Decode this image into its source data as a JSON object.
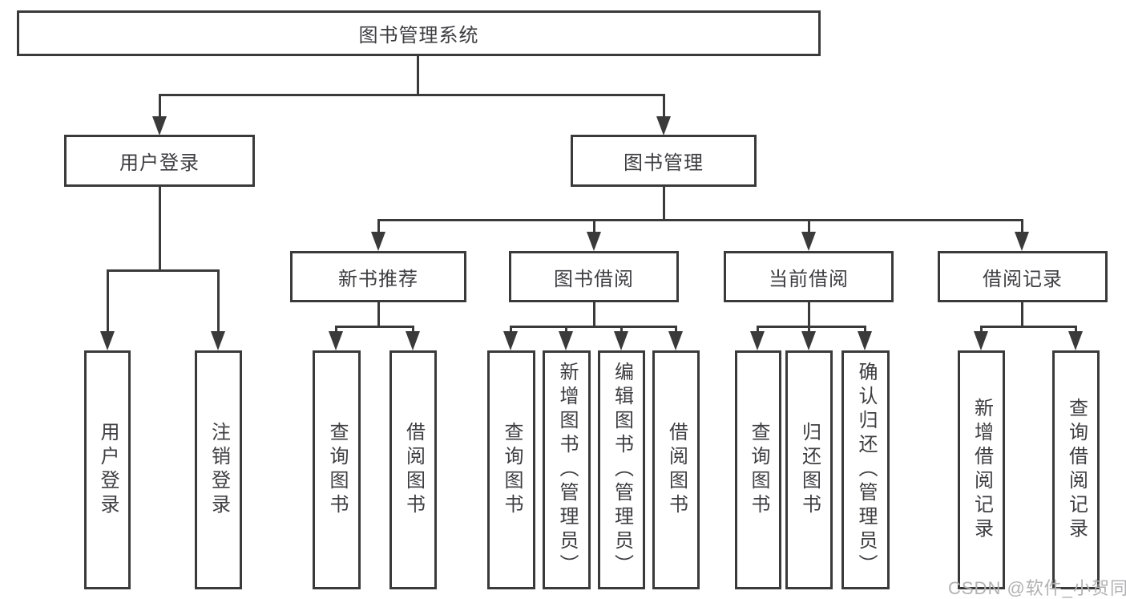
{
  "diagram": {
    "root": "图书管理系统",
    "level2": {
      "user_login": "用户登录",
      "book_mgmt": "图书管理"
    },
    "level3": {
      "new_book_rec": "新书推荐",
      "book_borrow": "图书借阅",
      "current_borrow": "当前借阅",
      "borrow_records": "借阅记录"
    },
    "leaves": {
      "user_login_do": "用户登录",
      "logout": "注销登录",
      "rec_query_books": "查询图书",
      "rec_borrow_books": "借阅图书",
      "bb_query_books": "查询图书",
      "bb_add_books": "新增图书（管理员）",
      "bb_edit_books": "编辑图书（管理员）",
      "bb_borrow_books": "借阅图书",
      "cur_query_books": "查询图书",
      "cur_return_books": "归还图书",
      "cur_confirm_return": "确认归还（管理员）",
      "br_add_record": "新增借阅记录",
      "br_query_record": "查询借阅记录"
    },
    "watermark": "CSDN @软件_小贺同学"
  },
  "colors": {
    "line": "#3a3a3a",
    "text": "#3e3e42",
    "background": "#ffffff",
    "watermark": "#b2b2b4"
  }
}
